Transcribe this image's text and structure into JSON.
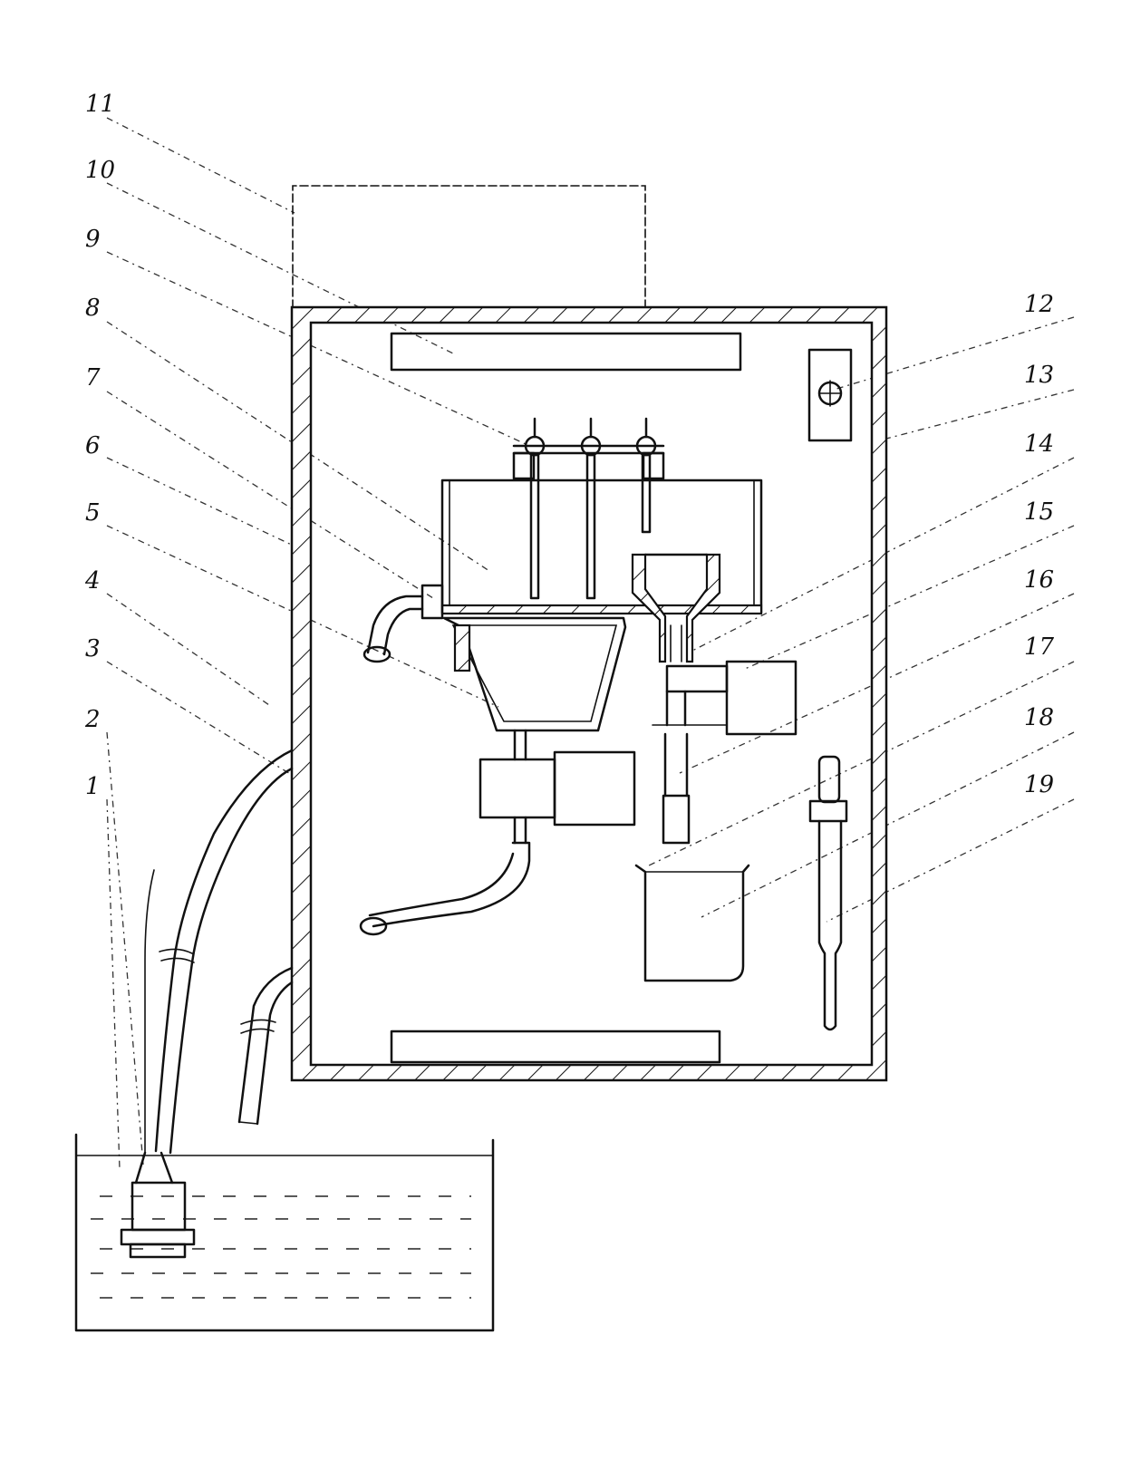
{
  "labels": [
    {
      "id": "1",
      "text": "1"
    },
    {
      "id": "2",
      "text": "2"
    },
    {
      "id": "3",
      "text": "3"
    },
    {
      "id": "4",
      "text": "4"
    },
    {
      "id": "5",
      "text": "5"
    },
    {
      "id": "6",
      "text": "6"
    },
    {
      "id": "7",
      "text": "7"
    },
    {
      "id": "8",
      "text": "8"
    },
    {
      "id": "9",
      "text": "9"
    },
    {
      "id": "10",
      "text": "10"
    },
    {
      "id": "11",
      "text": "11"
    },
    {
      "id": "12",
      "text": "12"
    },
    {
      "id": "13",
      "text": "13"
    },
    {
      "id": "14",
      "text": "14"
    },
    {
      "id": "15",
      "text": "15"
    },
    {
      "id": "16",
      "text": "16"
    },
    {
      "id": "17",
      "text": "17"
    },
    {
      "id": "18",
      "text": "18"
    },
    {
      "id": "19",
      "text": "19"
    }
  ],
  "colors": {
    "ink": "#111111",
    "background": "#ffffff"
  }
}
